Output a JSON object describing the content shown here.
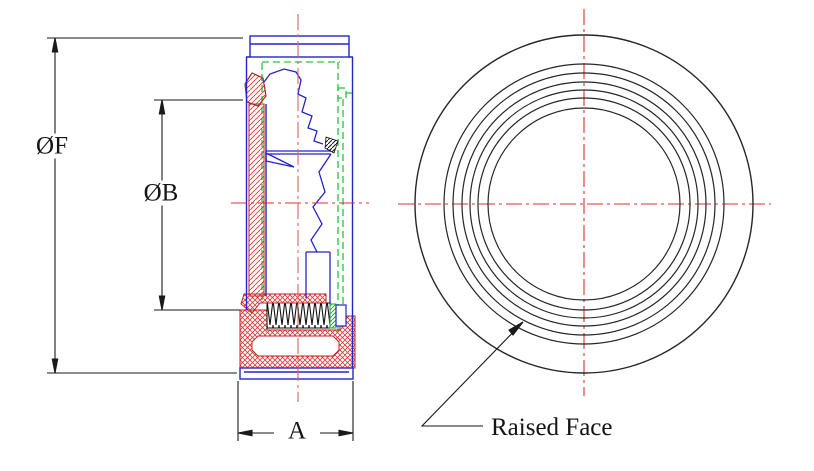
{
  "drawing": {
    "section_view": {
      "dim_outer_diameter": "ØF",
      "dim_bore_diameter": "ØB",
      "dim_face_to_face": "A"
    },
    "front_view": {
      "leader_label": "Raised Face"
    },
    "colors": {
      "outline_blue": "#2323cc",
      "hatch_red": "#e03535",
      "hatch_red_outline": "#c22222",
      "phantom_green": "#2bc43c",
      "centerline_red": "#d93030",
      "dimension_black": "#1a1a1a"
    }
  }
}
